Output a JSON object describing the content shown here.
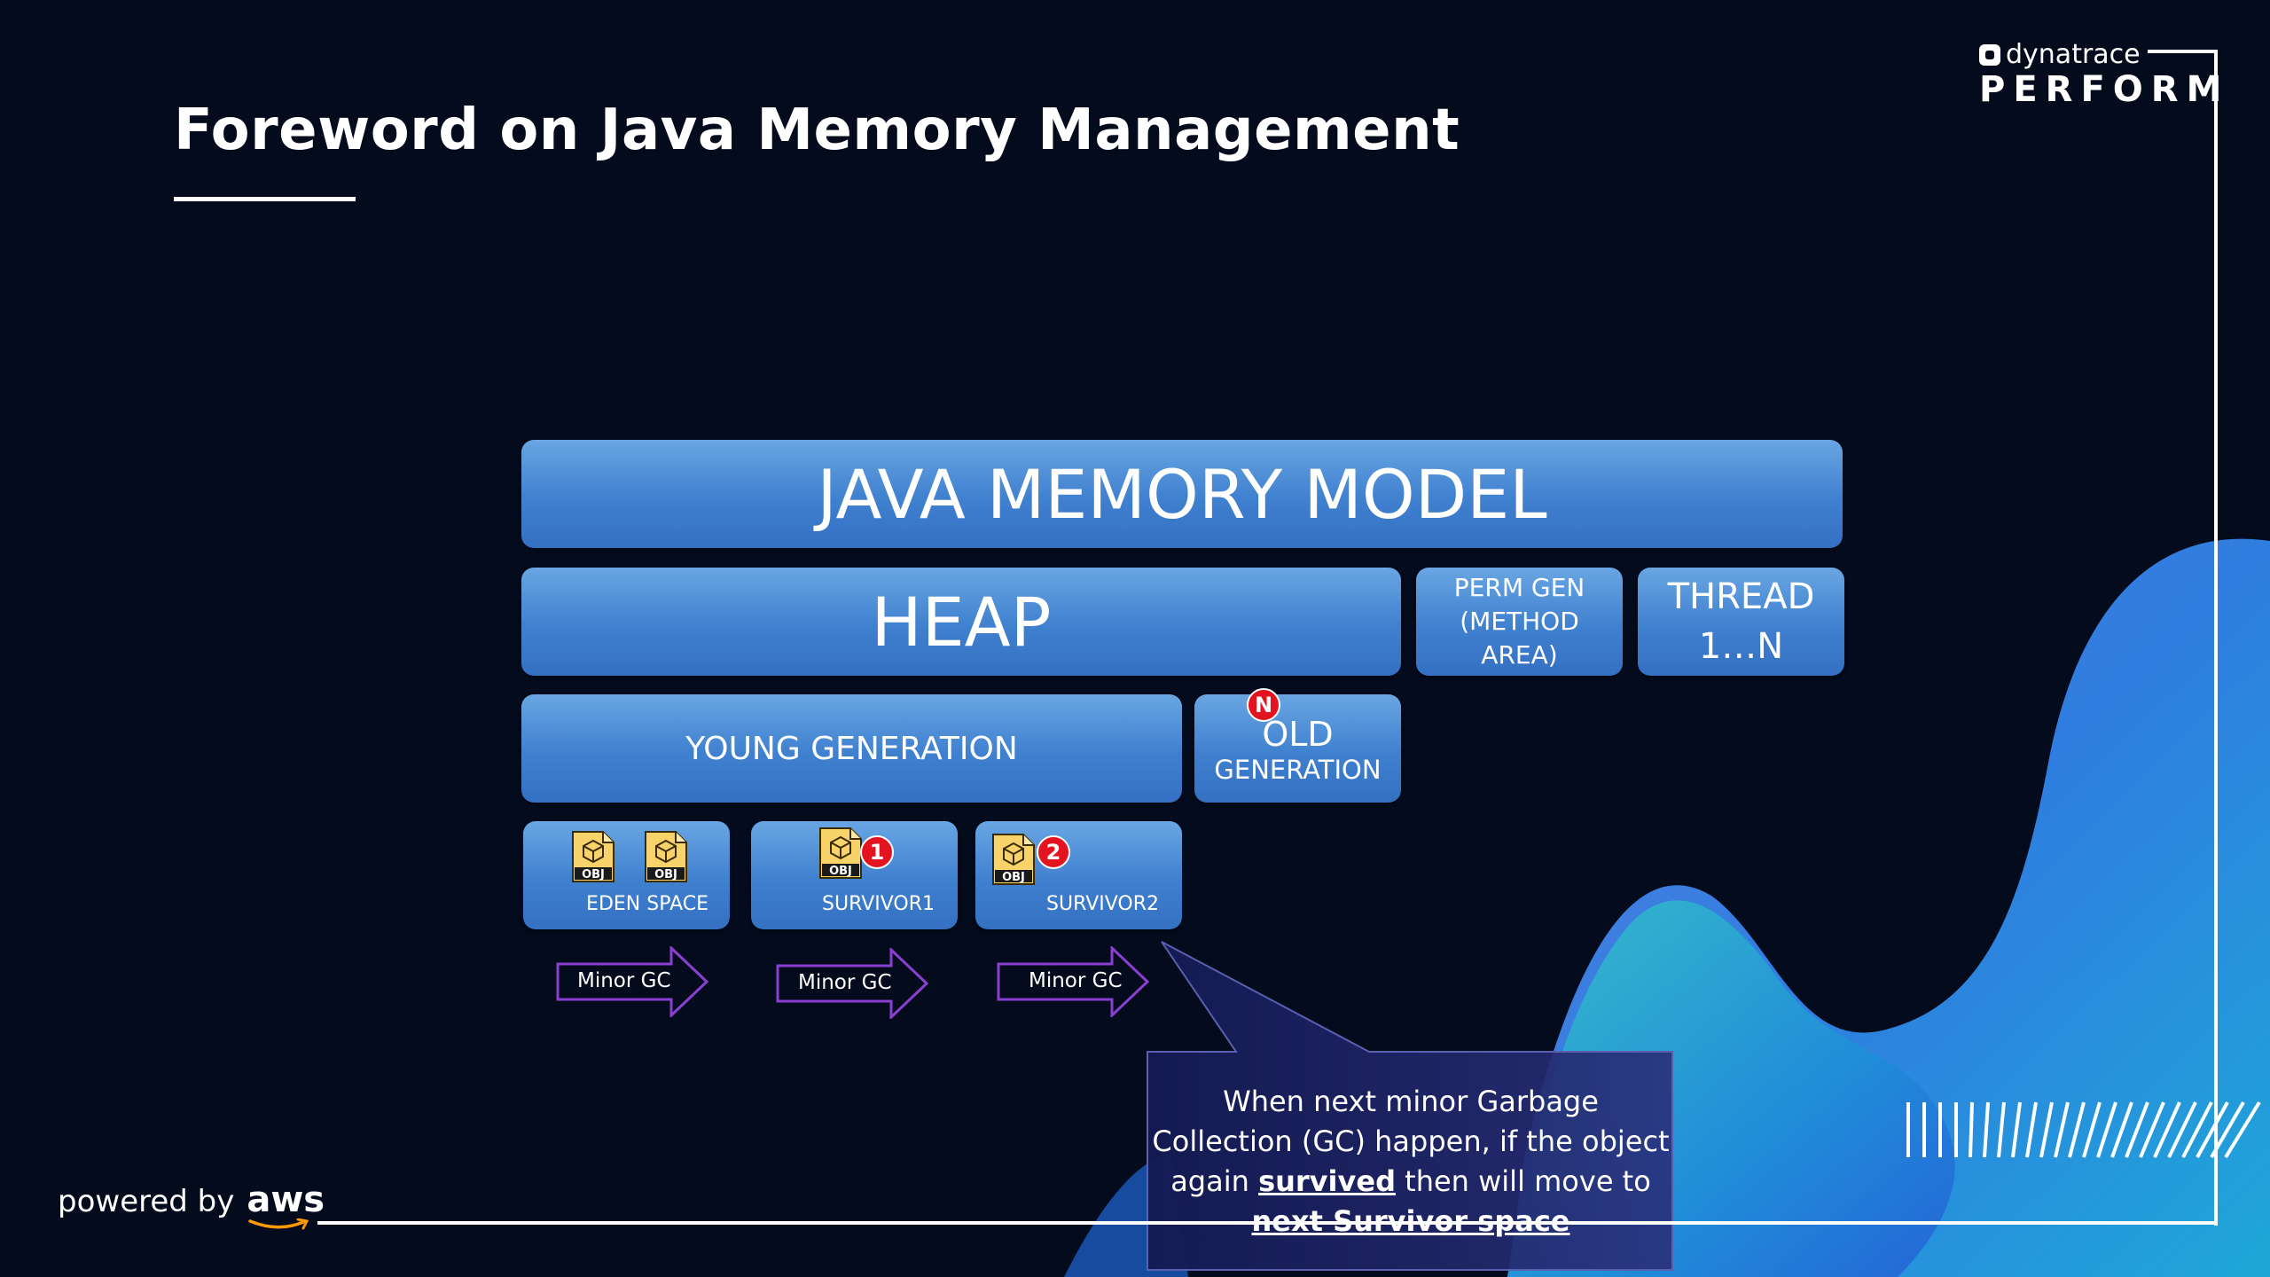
{
  "slide": {
    "title": "Foreword on Java Memory Management",
    "logo_dynatrace": "dynatrace",
    "logo_perform": "PERFORM",
    "powered_by": "powered by",
    "aws": "aws"
  },
  "diagram": {
    "model": "JAVA MEMORY MODEL",
    "heap": "HEAP",
    "perm_gen": [
      "PERM GEN",
      "(METHOD",
      "AREA)"
    ],
    "thread": [
      "THREAD",
      "1…N"
    ],
    "young": "YOUNG GENERATION",
    "old": [
      "OLD",
      "GENERATION"
    ],
    "old_badge": "N",
    "eden": "EDEN SPACE",
    "survivor1": "SURVIVOR1",
    "survivor2": "SURVIVOR2",
    "obj_label": "OBJ",
    "badge1": "1",
    "badge2": "2",
    "arrows": [
      "Minor GC",
      "Minor GC",
      "Minor GC"
    ],
    "callout": {
      "line1": "When next minor Garbage",
      "line2": "Collection (GC) happen, if the object",
      "line3_pre": "again",
      "line3_em": "survived",
      "line3_post": "then will move to",
      "line4": "next Survivor space"
    }
  },
  "colors": {
    "background": "#030b1d",
    "box": "#4a8ad6",
    "arrow_border": "#8a3fd1",
    "badge": "#e3141f"
  }
}
